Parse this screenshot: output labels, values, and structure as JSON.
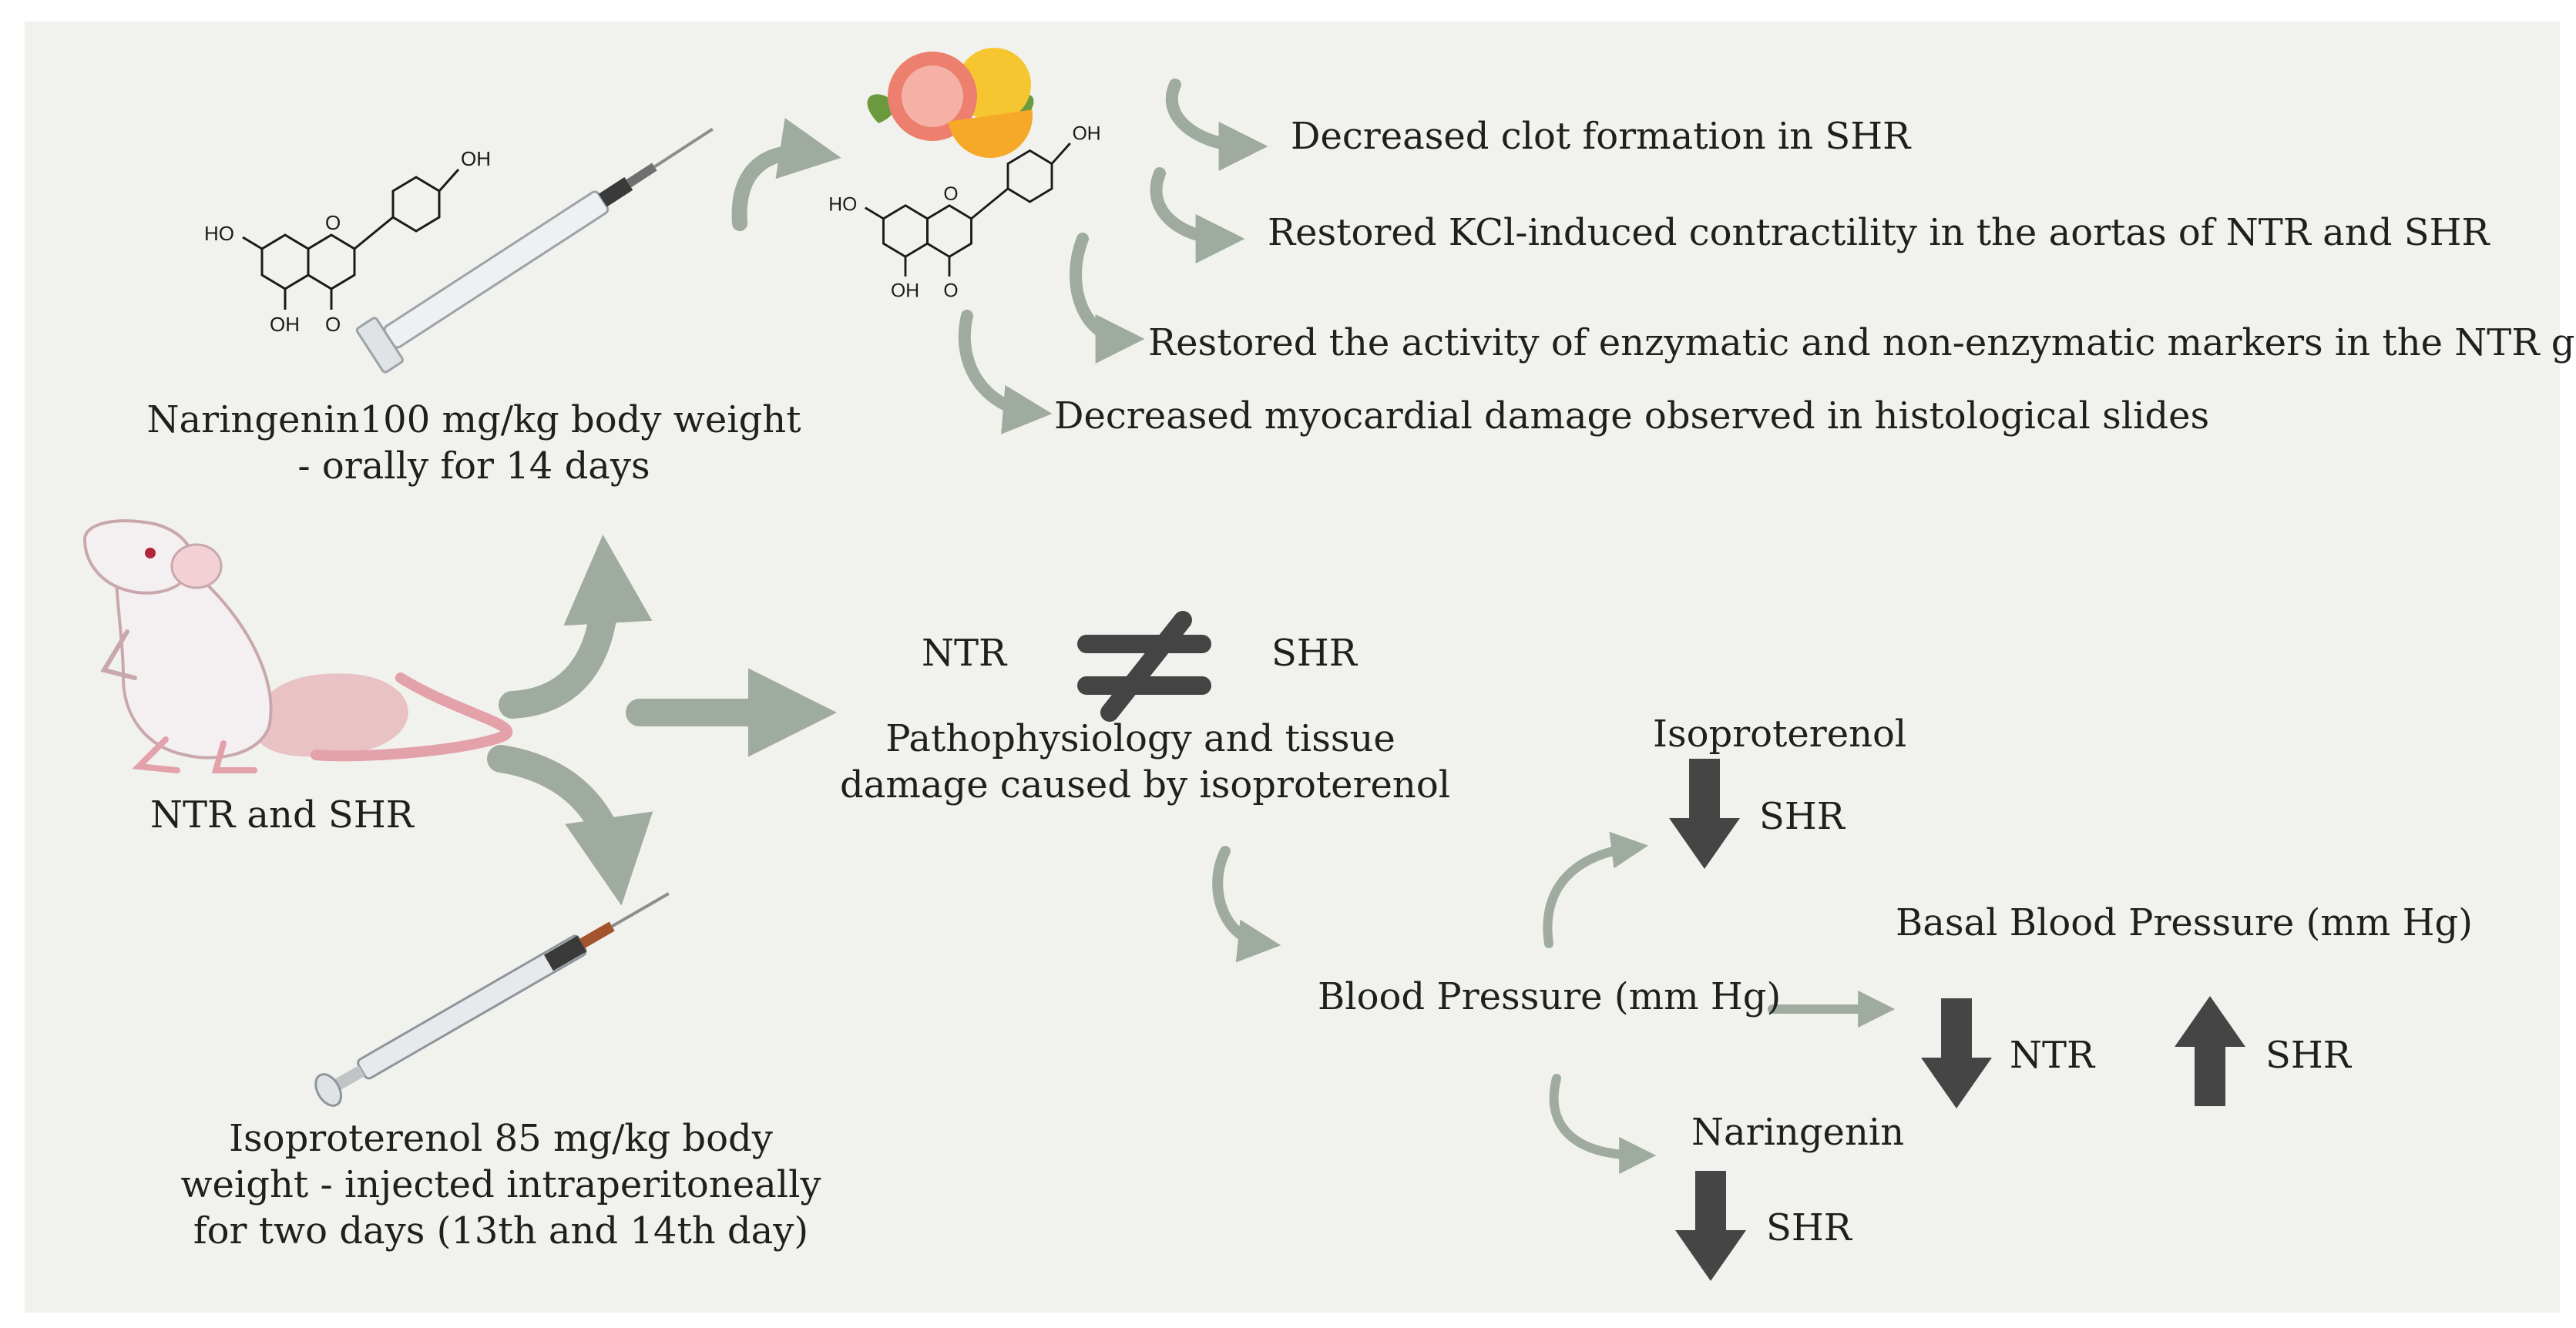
{
  "colors": {
    "background": "#f1f2ed",
    "flow_arrow": "#9eab9e",
    "dark_arrow": "#454545",
    "rat_body": "#f4f0f1",
    "rat_pink": "#e3a1aa",
    "fruit_pink": "#ec7f6e",
    "fruit_yellow": "#f6c631",
    "leaf": "#6a9a3d"
  },
  "icons": [
    "rat-icon",
    "syringe-icon",
    "citrus-fruit-icon",
    "naringenin-structure-icon",
    "not-equal-icon"
  ],
  "structure_labels": {
    "ho": "HO",
    "oh": "OH",
    "o_ring": "O",
    "o_ketone": "O"
  },
  "left": {
    "naringenin_dose_line1": "Naringenin100 mg/kg body weight",
    "naringenin_dose_line2": "- orally for 14 days",
    "rat_label": "NTR and SHR",
    "iso_dose_line1": "Isoproterenol 85 mg/kg body",
    "iso_dose_line2": "weight - injected intraperitoneally",
    "iso_dose_line3": "for two days (13th and 14th day)"
  },
  "effects": [
    "Decreased clot formation in SHR",
    "Restored KCl-induced contractility in the aortas of NTR and SHR",
    "Restored the activity of enzymatic and non-enzymatic markers in the NTR group",
    "Decreased myocardial damage observed in histological slides"
  ],
  "center": {
    "ntr": "NTR",
    "shr": "SHR",
    "patho_line1": "Pathophysiology and tissue",
    "patho_line2": "damage caused by isoproterenol"
  },
  "bp": {
    "label": "Blood Pressure (mm Hg)",
    "iso_label": "Isoproterenol",
    "iso_shr": "SHR",
    "nar_label": "Naringenin",
    "nar_shr": "SHR",
    "basal_label": "Basal Blood Pressure (mm Hg)",
    "basal_ntr": "NTR",
    "basal_shr": "SHR"
  }
}
